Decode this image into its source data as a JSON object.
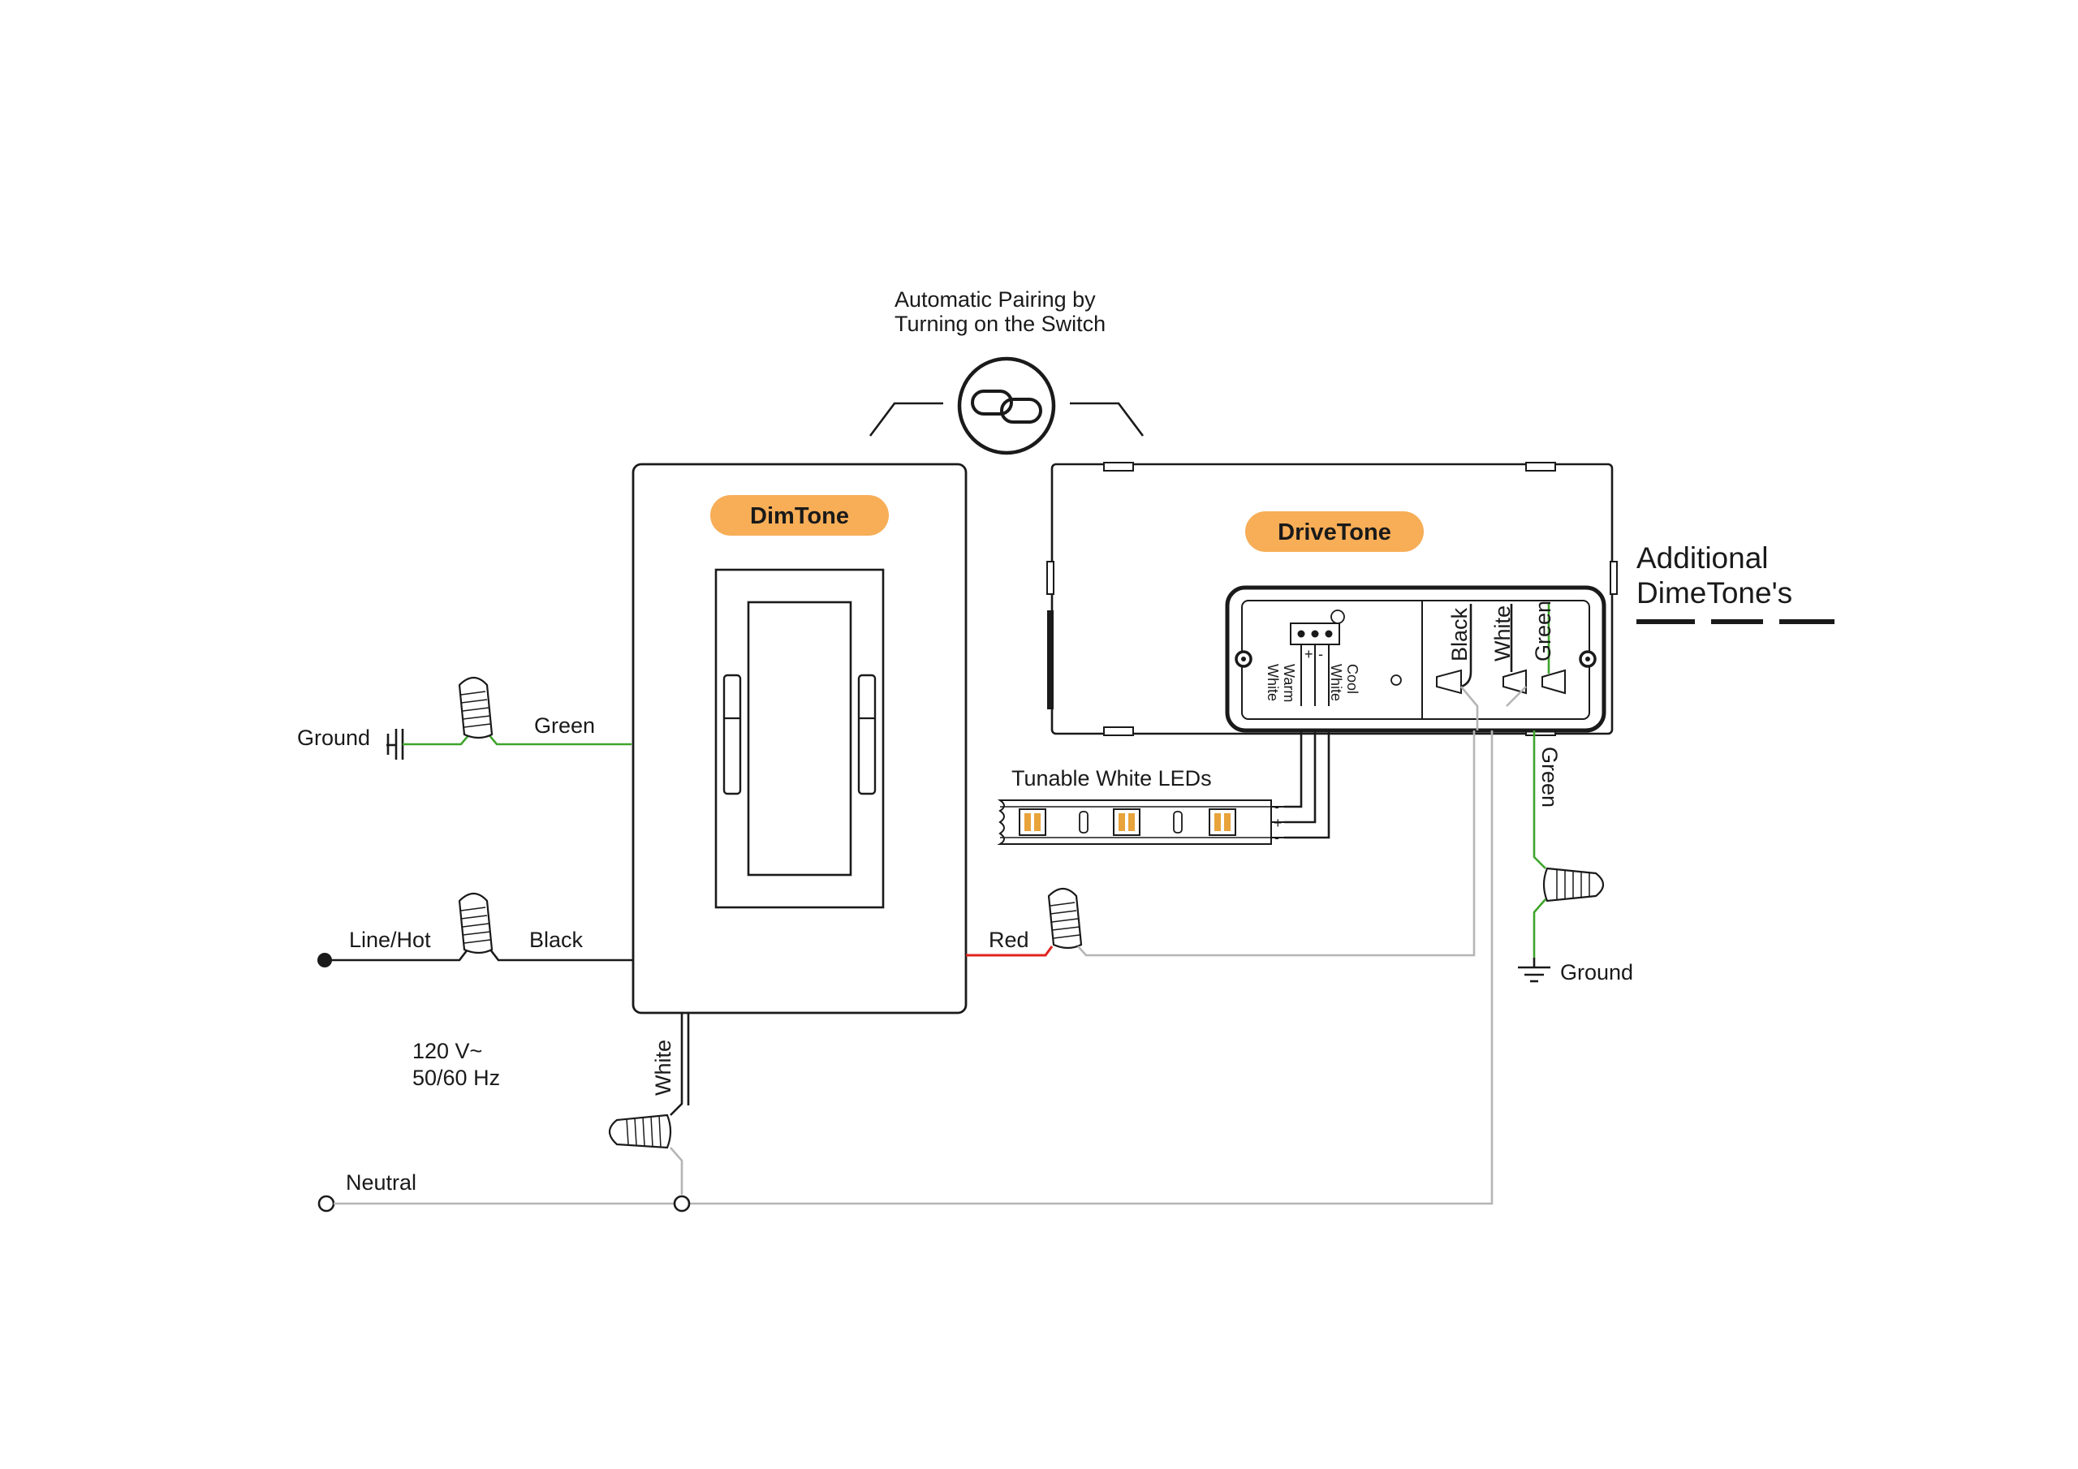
{
  "labels": {
    "pairing_line1": "Automatic Pairing by",
    "pairing_line2": "Turning on the Switch",
    "dimtone": "DimTone",
    "drivetone": "DriveTone",
    "additional_line1": "Additional",
    "additional_line2": "DimeTone's",
    "ground_left": "Ground",
    "green_left": "Green",
    "line_hot": "Line/Hot",
    "black_left": "Black",
    "voltage_line1": "120 V~",
    "voltage_line2": "50/60 Hz",
    "white_neutral": "White",
    "neutral": "Neutral",
    "red": "Red",
    "tunable_leds": "Tunable White LEDs",
    "warm_white_1": "Warm",
    "warm_white_2": "White",
    "cool_white_1": "Cool",
    "cool_white_2": "White",
    "terminal_black": "Black",
    "terminal_white": "White",
    "terminal_green": "Green",
    "green_right": "Green",
    "ground_right": "Ground",
    "plus": "+",
    "minus": "-"
  },
  "colors": {
    "badge": "#f7ae57",
    "green_wire": "#3fa42c",
    "red_wire": "#e0231d",
    "white_wire": "#b5b5b5",
    "led_amber": "#e8a33a"
  },
  "icons": {
    "pairing": "link-icon",
    "ground": "ground-icon"
  }
}
